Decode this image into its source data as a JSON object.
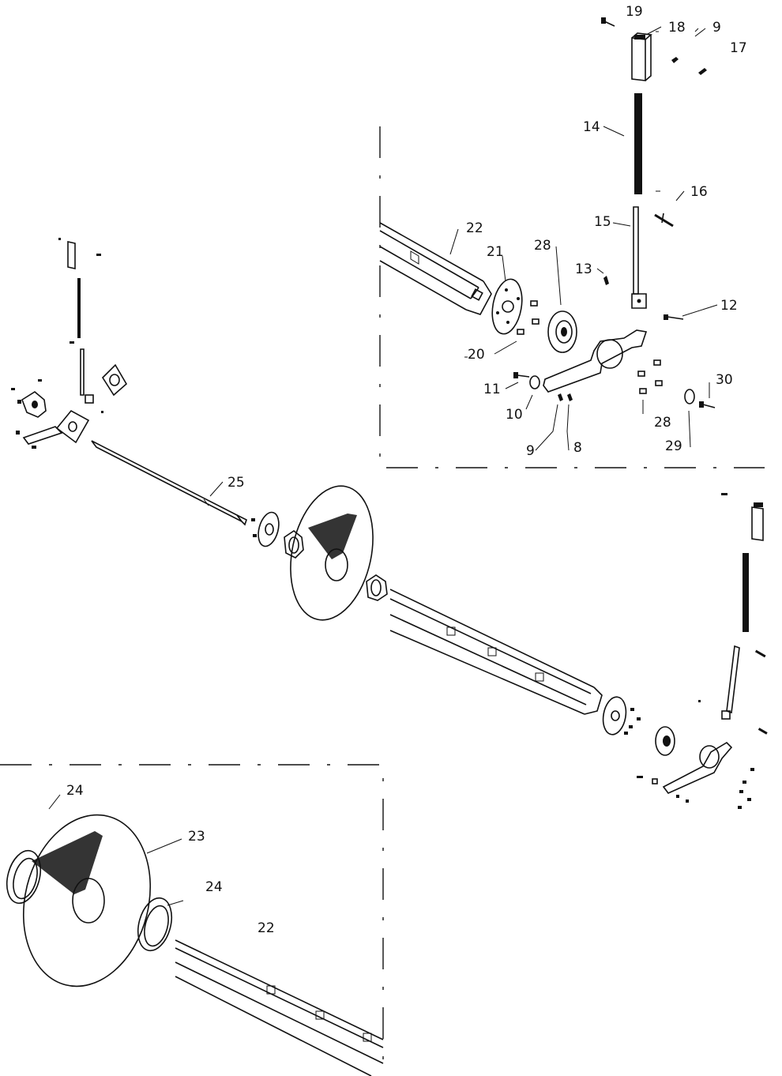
{
  "figure": {
    "kind": "exploded-parts-diagram",
    "callouts": {
      "c19": "19",
      "c18": "18",
      "c9a": "9",
      "c17": "17",
      "c14": "14",
      "c16": "16",
      "c15": "15",
      "c22a": "22",
      "c21": "21",
      "c28a": "28",
      "c13": "13",
      "c12": "12",
      "c20": "20",
      "c11": "11",
      "c10": "10",
      "c28b": "28",
      "c30": "30",
      "c9b": "9",
      "c8": "8",
      "c29": "29",
      "c25": "25",
      "c24a": "24",
      "c23": "23",
      "c24b": "24",
      "c22b": "22"
    }
  }
}
